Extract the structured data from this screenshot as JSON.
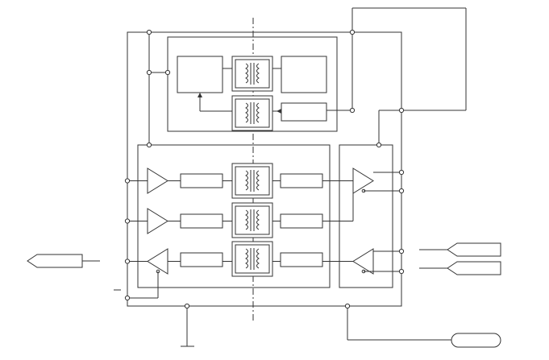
{
  "diagram": {
    "description_text": [],
    "colors": {
      "stroke": "#333333",
      "background": "#ffffff"
    },
    "components": {
      "transformers": 5,
      "signal_channels": 3,
      "drivers": 3,
      "output_comparators": 2
    },
    "connectors": [
      {
        "name": "left-input-connector",
        "label": ""
      },
      {
        "name": "right-connector-top",
        "label": ""
      },
      {
        "name": "right-connector-bottom",
        "label": ""
      },
      {
        "name": "bottom-right-connector",
        "label": ""
      }
    ]
  }
}
